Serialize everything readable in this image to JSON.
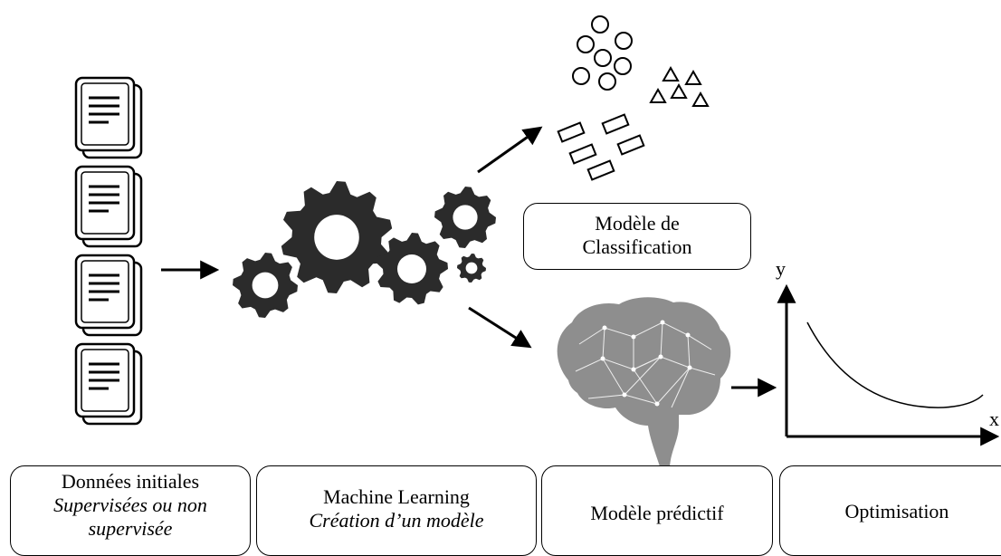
{
  "captions": {
    "donnees": {
      "title": "Données initiales",
      "line2": "Supervisées ou non",
      "line3": "supervisée"
    },
    "ml": {
      "title": "Machine Learning",
      "subtitle": "Création d’un modèle"
    },
    "predictif": {
      "title": "Modèle prédictif"
    },
    "optimisation": {
      "title": "Optimisation"
    }
  },
  "classification": {
    "line1": "Modèle de",
    "line2": "Classification"
  },
  "graph": {
    "y_label": "y",
    "x_label": "x"
  },
  "icons": {
    "documents": "document-stack-icon",
    "gears": "gears-icon",
    "clusters": "cluster-shapes-icon",
    "brain": "brain-network-icon"
  },
  "colors": {
    "gear": "#2b2b2b",
    "brain": "#8e8e8e",
    "stroke": "#000000"
  }
}
